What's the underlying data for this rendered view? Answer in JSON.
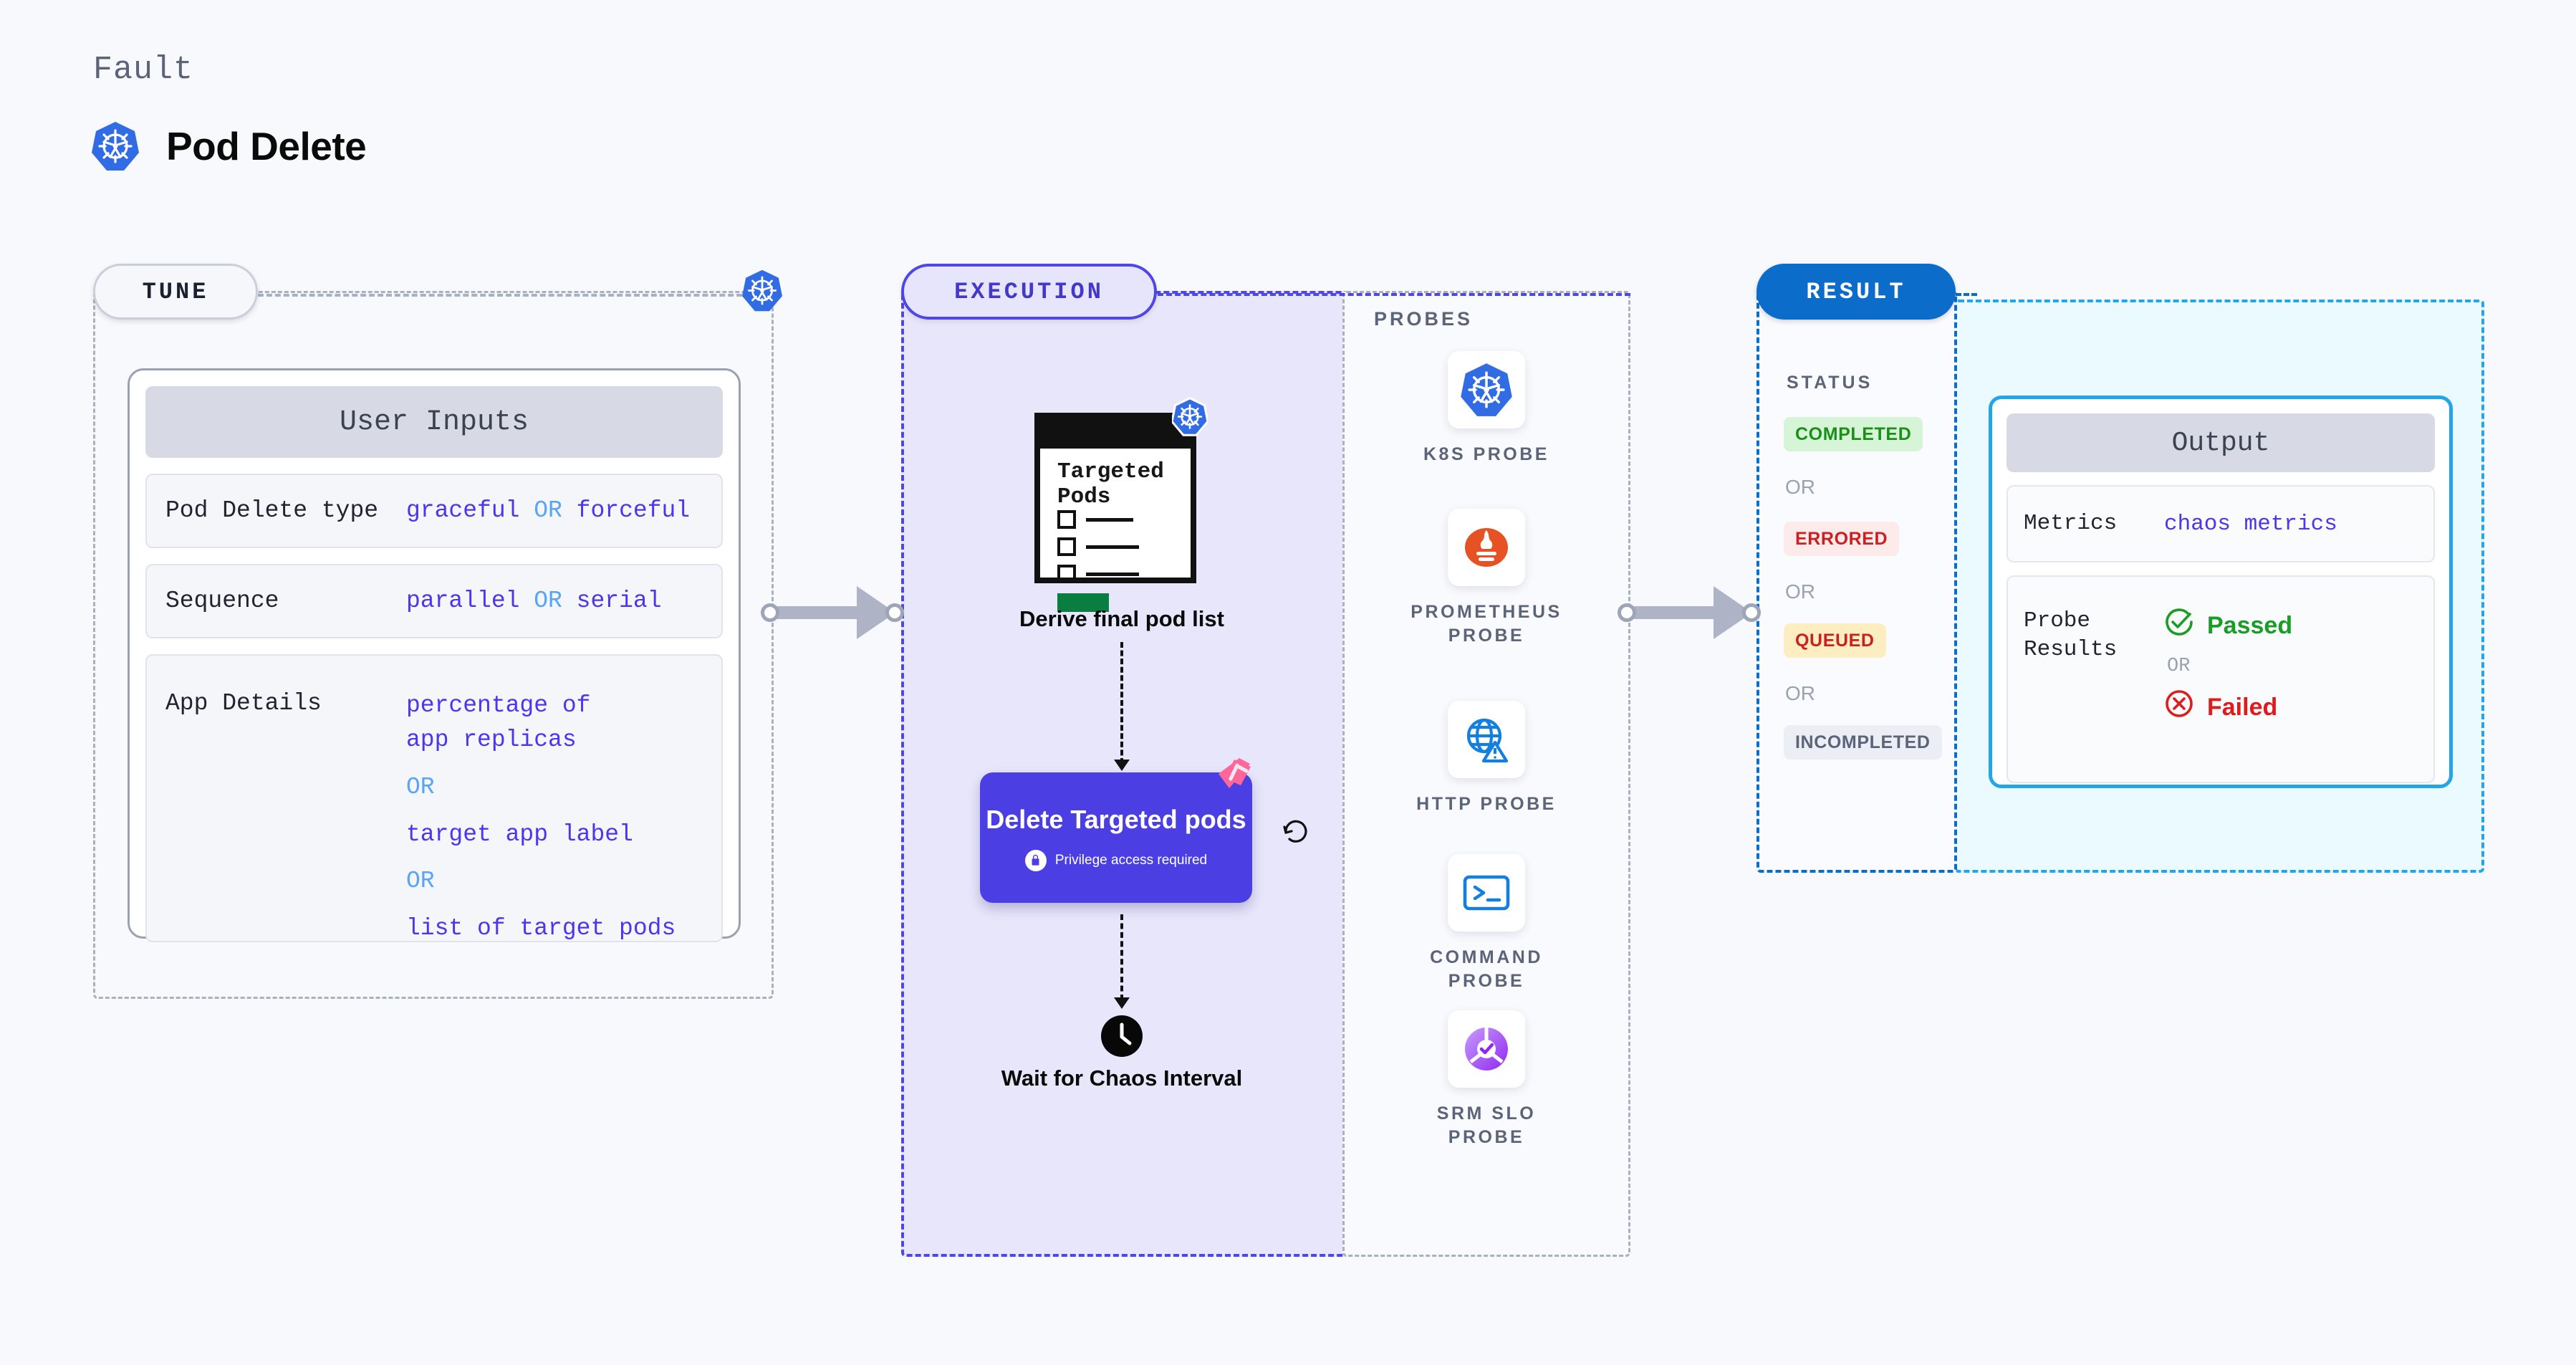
{
  "header": {
    "fault_label": "Fault",
    "title": "Pod Delete",
    "icon": "kubernetes-icon"
  },
  "sections": {
    "tune": {
      "pill_label": "TUNE"
    },
    "execution": {
      "pill_label": "EXECUTION"
    },
    "result": {
      "pill_label": "RESULT"
    },
    "probes": {
      "title": "PROBES"
    }
  },
  "user_inputs": {
    "header": "User Inputs",
    "rows": [
      {
        "key": "Pod Delete type",
        "value_a": "graceful",
        "or": "OR",
        "value_b": "forceful"
      },
      {
        "key": "Sequence",
        "value_a": "parallel",
        "or": "OR",
        "value_b": "serial"
      }
    ],
    "app_details": {
      "key": "App Details",
      "options": [
        "percentage of app replicas",
        "target app label",
        "list of target pods"
      ],
      "or": "OR"
    }
  },
  "execution_flow": {
    "pod_card": {
      "title": "Targeted\nPods",
      "icon": "kubernetes-icon"
    },
    "derive_label": "Derive final pod list",
    "delete_card": {
      "title": "Delete Targeted pods",
      "subtitle": "Privilege access required",
      "lock_icon": "lock-icon",
      "corner_icon": "harness-icon",
      "retry_icon": "retry-icon"
    },
    "wait": {
      "icon": "clock-icon",
      "label": "Wait for Chaos Interval"
    }
  },
  "probes": [
    {
      "label": "K8S PROBE",
      "icon": "kubernetes-icon"
    },
    {
      "label": "PROMETHEUS PROBE",
      "icon": "prometheus-icon"
    },
    {
      "label": "HTTP PROBE",
      "icon": "http-globe-warning-icon"
    },
    {
      "label": "COMMAND PROBE",
      "icon": "terminal-icon"
    },
    {
      "label": "SRM SLO PROBE",
      "icon": "srm-slo-icon"
    }
  ],
  "result": {
    "status_title": "STATUS",
    "or": "OR",
    "statuses": [
      {
        "label": "COMPLETED",
        "bg": "#d6f5d6",
        "fg": "#1a8f1a"
      },
      {
        "label": "ERRORED",
        "bg": "#fdeaea",
        "fg": "#cc2020"
      },
      {
        "label": "QUEUED",
        "bg": "#fdeec2",
        "fg": "#cc2020"
      },
      {
        "label": "INCOMPLETED",
        "bg": "#eceef5",
        "fg": "#5b6478"
      }
    ]
  },
  "output": {
    "header": "Output",
    "metrics": {
      "key": "Metrics",
      "value": "chaos metrics"
    },
    "probe_results": {
      "key": "Probe\nResults",
      "passed": "Passed",
      "or": "OR",
      "failed": "Failed",
      "passed_icon": "check-circle-icon",
      "failed_icon": "x-circle-icon"
    }
  },
  "colors": {
    "accent_purple": "#4b3fe4",
    "accent_blue": "#0b6cc9",
    "accent_cyan": "#23a6e8",
    "k8s_blue": "#326ce5",
    "value_purple": "#4b35f0",
    "or_blue": "#59a5f5"
  }
}
